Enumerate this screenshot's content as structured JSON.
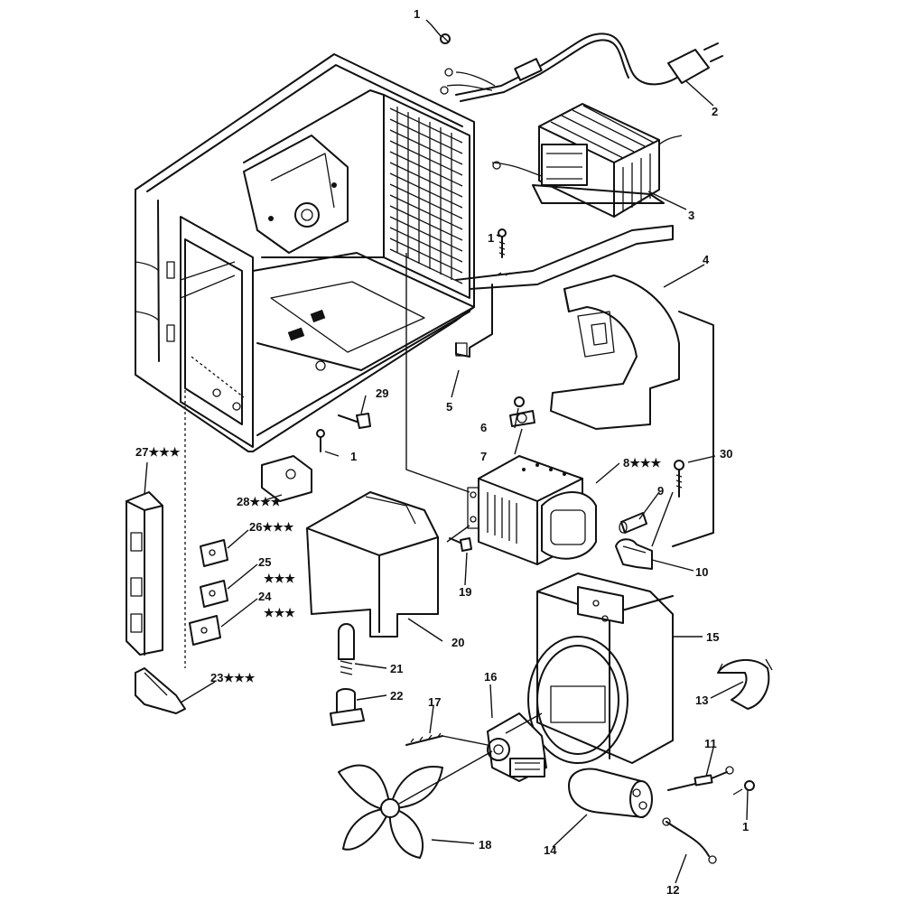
{
  "diagram": {
    "callouts": [
      {
        "id": "c1a",
        "text": "1"
      },
      {
        "id": "c2",
        "text": "2"
      },
      {
        "id": "c3",
        "text": "3"
      },
      {
        "id": "c1b",
        "text": "1"
      },
      {
        "id": "c4",
        "text": "4"
      },
      {
        "id": "c5",
        "text": "5"
      },
      {
        "id": "c29",
        "text": "29"
      },
      {
        "id": "c1c",
        "text": "1"
      },
      {
        "id": "c6",
        "text": "6"
      },
      {
        "id": "c7",
        "text": "7"
      },
      {
        "id": "c8",
        "text": "8★★★"
      },
      {
        "id": "c30",
        "text": "30"
      },
      {
        "id": "c9",
        "text": "9"
      },
      {
        "id": "c10",
        "text": "10"
      },
      {
        "id": "c27",
        "text": "27★★★"
      },
      {
        "id": "c28",
        "text": "28★★★"
      },
      {
        "id": "c26",
        "text": "26★★★"
      },
      {
        "id": "c25",
        "text": "25"
      },
      {
        "id": "c25s",
        "text": "★★★"
      },
      {
        "id": "c24",
        "text": "24"
      },
      {
        "id": "c24s",
        "text": "★★★"
      },
      {
        "id": "c19",
        "text": "19"
      },
      {
        "id": "c20",
        "text": "20"
      },
      {
        "id": "c15",
        "text": "15"
      },
      {
        "id": "c21",
        "text": "21"
      },
      {
        "id": "c22",
        "text": "22"
      },
      {
        "id": "c23",
        "text": "23★★★"
      },
      {
        "id": "c16",
        "text": "16"
      },
      {
        "id": "c13",
        "text": "13"
      },
      {
        "id": "c17",
        "text": "17"
      },
      {
        "id": "c11",
        "text": "11"
      },
      {
        "id": "c1d",
        "text": "1"
      },
      {
        "id": "c18",
        "text": "18"
      },
      {
        "id": "c14",
        "text": "14"
      },
      {
        "id": "c12",
        "text": "12"
      }
    ]
  }
}
